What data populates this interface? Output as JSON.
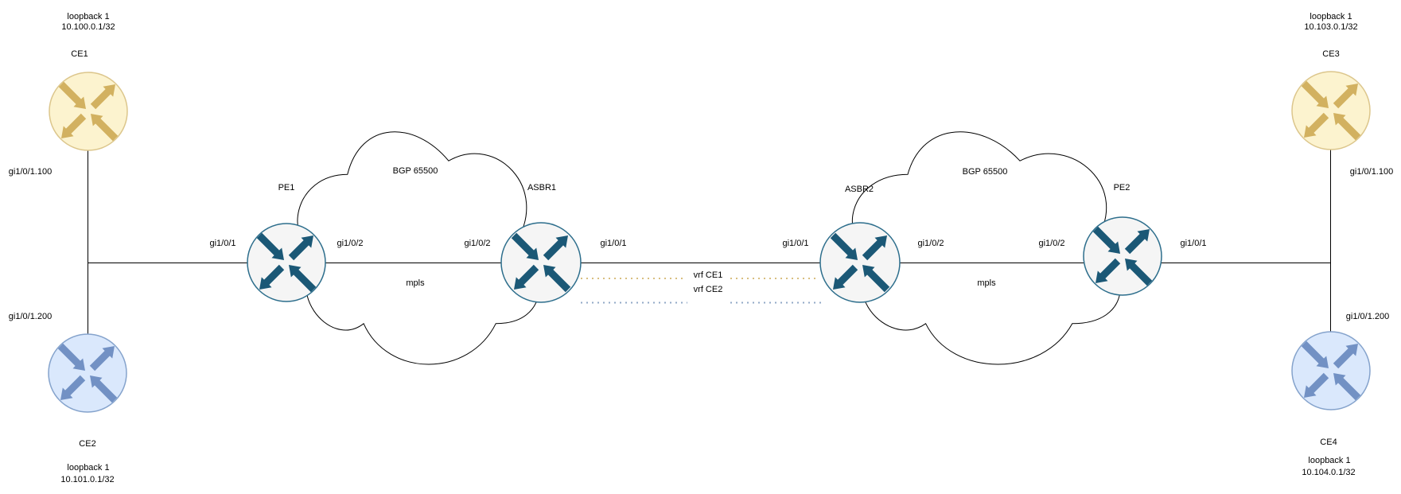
{
  "nodes": {
    "ce1": {
      "name": "CE1",
      "loopback_label": "loopback 1",
      "loopback_ip": "10.100.0.1/32",
      "interface": "gi1/0/1.100"
    },
    "ce2": {
      "name": "CE2",
      "loopback_label": "loopback 1",
      "loopback_ip": "10.101.0.1/32",
      "interface": "gi1/0/1.200"
    },
    "ce3": {
      "name": "CE3",
      "loopback_label": "loopback 1",
      "loopback_ip": "10.103.0.1/32",
      "interface": "gi1/0/1.100"
    },
    "ce4": {
      "name": "CE4",
      "loopback_label": "loopback 1",
      "loopback_ip": "10.104.0.1/32",
      "interface": "gi1/0/1.200"
    },
    "pe1": {
      "name": "PE1",
      "if_left": "gi1/0/1",
      "if_right": "gi1/0/2"
    },
    "asbr1": {
      "name": "ASBR1",
      "if_left": "gi1/0/2",
      "if_right": "gi1/0/1"
    },
    "asbr2": {
      "name": "ASBR2",
      "if_left": "gi1/0/1",
      "if_right": "gi1/0/2"
    },
    "pe2": {
      "name": "PE2",
      "if_left": "gi1/0/2",
      "if_right": "gi1/0/1"
    }
  },
  "clouds": {
    "left": {
      "label": "BGP 65500",
      "sublabel": "mpls"
    },
    "right": {
      "label": "BGP 65500",
      "sublabel": "mpls"
    }
  },
  "vrf": {
    "ce1": "vrf CE1",
    "ce2": "vrf CE2"
  },
  "colors": {
    "ce_yellow_fill": "#FCF3CF",
    "ce_yellow_stroke": "#DCC68C",
    "ce_yellow_arrow": "#D2B160",
    "ce_blue_fill": "#DAE8FC",
    "ce_blue_stroke": "#85A3CC",
    "ce_blue_arrow": "#7291C4",
    "core_fill": "#F5F5F5",
    "core_stroke": "#2D6E8C",
    "core_arrow": "#1B5876",
    "vrf_ce1_dots": "#D9BE7F",
    "vrf_ce2_dots": "#92A9C7",
    "link": "#000000"
  }
}
